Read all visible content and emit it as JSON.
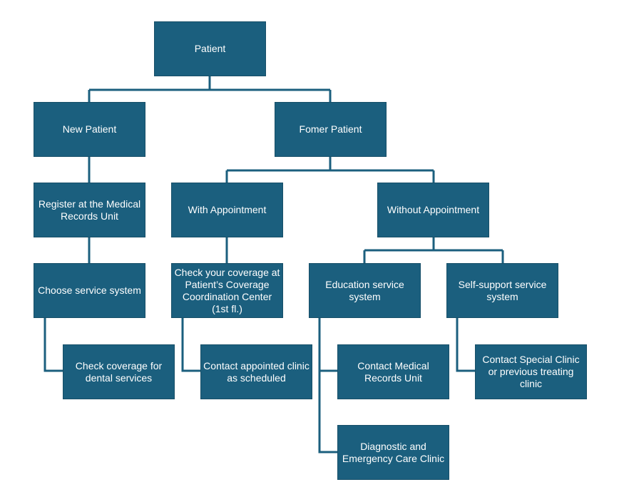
{
  "colors": {
    "box": "#1b5f7e",
    "line": "#1b5f7e",
    "text": "#ffffff"
  },
  "nodes": {
    "patient": "Patient",
    "new_patient": "New Patient",
    "former_patient": "Fomer Patient",
    "register": "Register at the Medical Records Unit",
    "with_appointment": "With Appointment",
    "without_appointment": "Without Appointment",
    "choose_service": "Choose service system",
    "check_coverage_center": "Check your coverage at Patient’s Coverage Coordination Center (1st fl.)",
    "education_service": "Education service system",
    "self_support_service": "Self-support service system",
    "check_dental": "Check coverage for dental services",
    "contact_appointed": "Contact appointed clinic as scheduled",
    "contact_medical_records": "Contact Medical Records Unit",
    "contact_special_clinic": "Contact Special Clinic or previous treating clinic",
    "diagnostic_emergency": "Diagnostic and Emergency Care Clinic"
  }
}
